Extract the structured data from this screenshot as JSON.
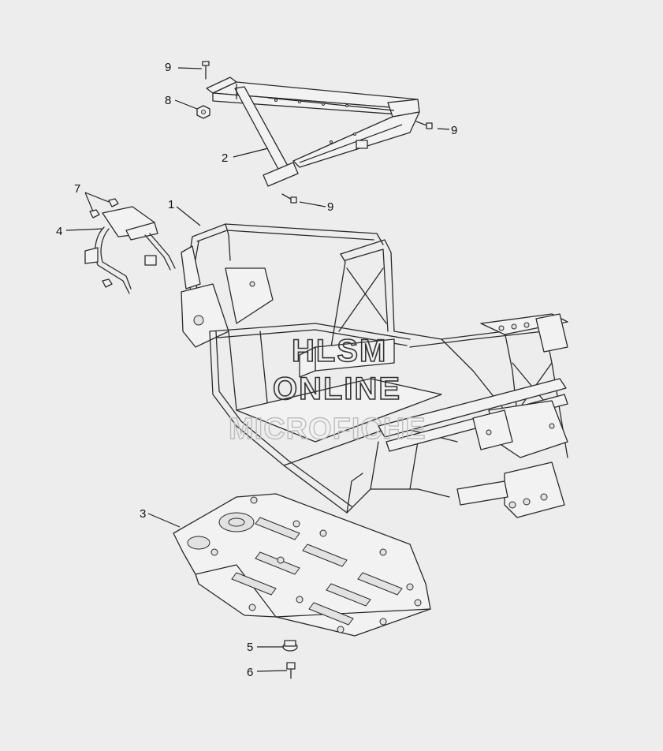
{
  "watermark": {
    "line1": "HLSM",
    "line2": "ONLINE",
    "line3": "MICROFICHE"
  },
  "callouts": [
    {
      "id": "c1",
      "label": "1"
    },
    {
      "id": "c2",
      "label": "2"
    },
    {
      "id": "c3",
      "label": "3"
    },
    {
      "id": "c4",
      "label": "4"
    },
    {
      "id": "c5",
      "label": "5"
    },
    {
      "id": "c6",
      "label": "6"
    },
    {
      "id": "c7",
      "label": "7"
    },
    {
      "id": "c8",
      "label": "8"
    },
    {
      "id": "c9a",
      "label": "9"
    },
    {
      "id": "c9b",
      "label": "9"
    },
    {
      "id": "c9c",
      "label": "9"
    }
  ]
}
